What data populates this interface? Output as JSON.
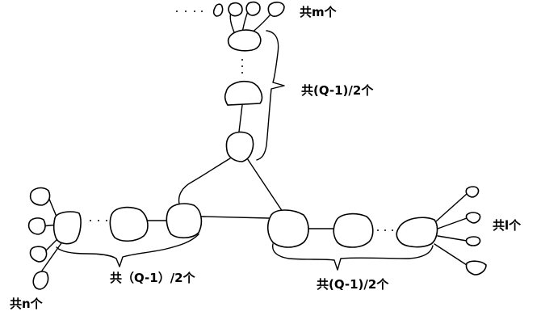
{
  "labels": {
    "top": "共m个",
    "upper_chain": "共(Q-1)/2个",
    "right": "共l个",
    "bottom_left_chain": "共（Q-1）/2个",
    "bottom_right_chain": "共(Q-1)/2个",
    "left": "共n个"
  }
}
